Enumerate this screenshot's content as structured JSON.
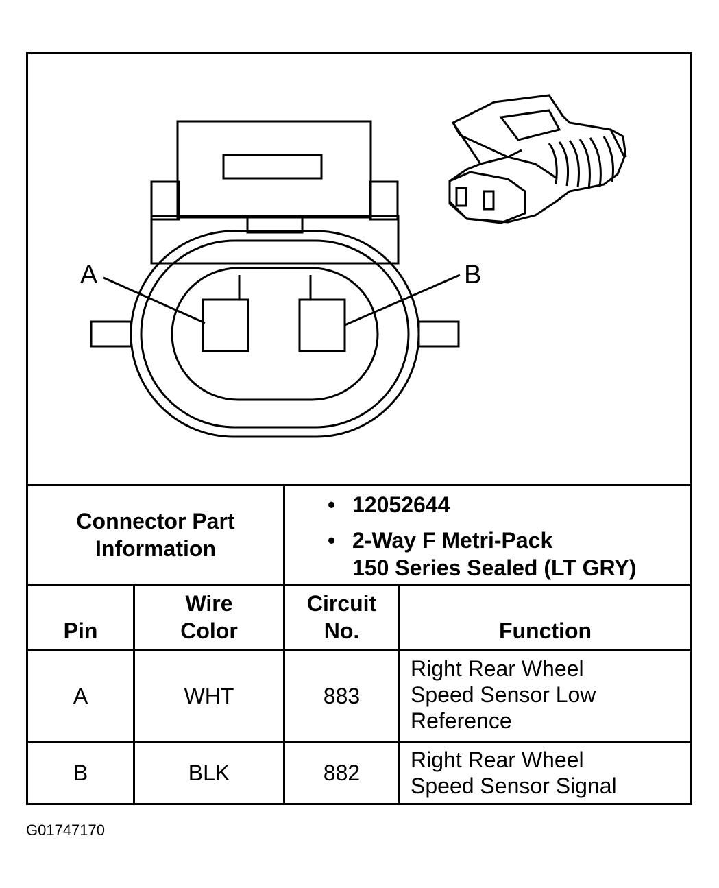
{
  "diagram": {
    "pin_a_label": "A",
    "pin_b_label": "B"
  },
  "part_info": {
    "label_line1": "Connector Part",
    "label_line2": "Information",
    "bullet": "•",
    "part_number": "12052644",
    "desc_line1": "2-Way F Metri-Pack",
    "desc_line2": "150 Series Sealed (LT GRY)"
  },
  "table": {
    "headers": {
      "pin": "Pin",
      "wire_line1": "Wire",
      "wire_line2": "Color",
      "circuit_line1": "Circuit",
      "circuit_line2": "No.",
      "function": "Function"
    },
    "rows": [
      {
        "pin": "A",
        "wire": "WHT",
        "circuit": "883",
        "function_lines": [
          "Right Rear Wheel",
          "Speed Sensor Low",
          "Reference"
        ]
      },
      {
        "pin": "B",
        "wire": "BLK",
        "circuit": "882",
        "function_lines": [
          "Right Rear Wheel",
          "Speed Sensor Signal"
        ]
      }
    ]
  },
  "figure_id": "G01747170"
}
